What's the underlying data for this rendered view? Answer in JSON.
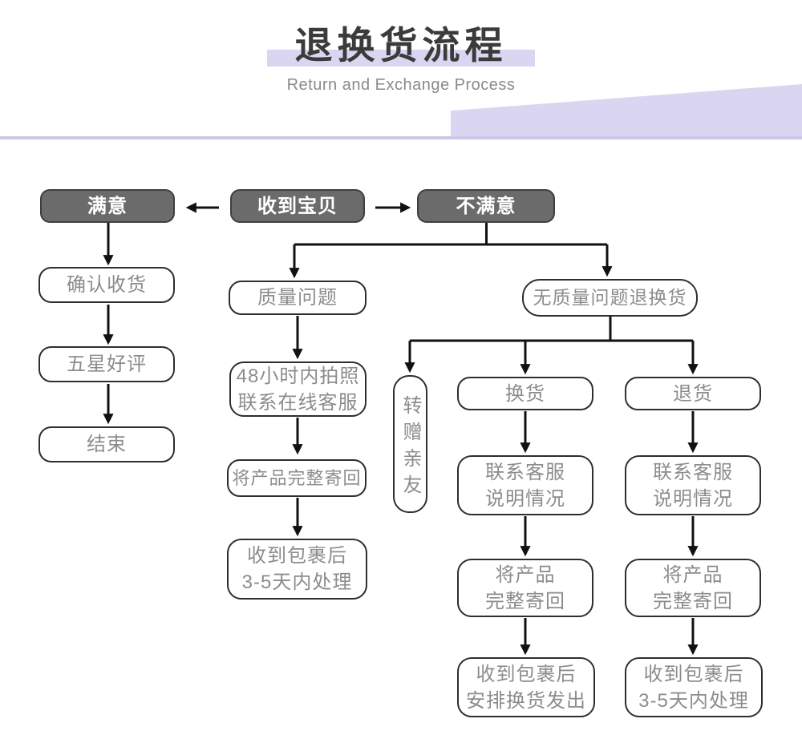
{
  "header": {
    "title": "退换货流程",
    "subtitle": "Return and Exchange Process"
  },
  "colors": {
    "accent_light": "#dad5f0",
    "accent_line": "#cdc7e6",
    "dark_node_fill": "#6b6b6b",
    "dark_node_border": "#3f3f3f",
    "node_border": "#2e2e2e",
    "node_text": "#8c8c8c",
    "arrow": "#111111"
  },
  "nodes": {
    "received": "收到宝贝",
    "satisfied": "满意",
    "unsatisfied": "不满意",
    "confirm_receipt": "确认收货",
    "five_star": "五星好评",
    "end": "结束",
    "quality_issue": "质量问题",
    "photo_48h_line1": "48小时内拍照",
    "photo_48h_line2": "联系在线客服",
    "send_back_full": "将产品完整寄回",
    "package_35d_line1": "收到包裹后",
    "package_35d_line2": "3-5天内处理",
    "no_quality_issue": "无质量问题退换货",
    "gift_friends": "转赠亲友",
    "exchange": "换货",
    "refund": "退货",
    "contact_line1": "联系客服",
    "contact_line2": "说明情况",
    "send_back_line1": "将产品",
    "send_back_line2": "完整寄回",
    "exchange_dispatch_line1": "收到包裹后",
    "exchange_dispatch_line2": "安排换货发出"
  }
}
